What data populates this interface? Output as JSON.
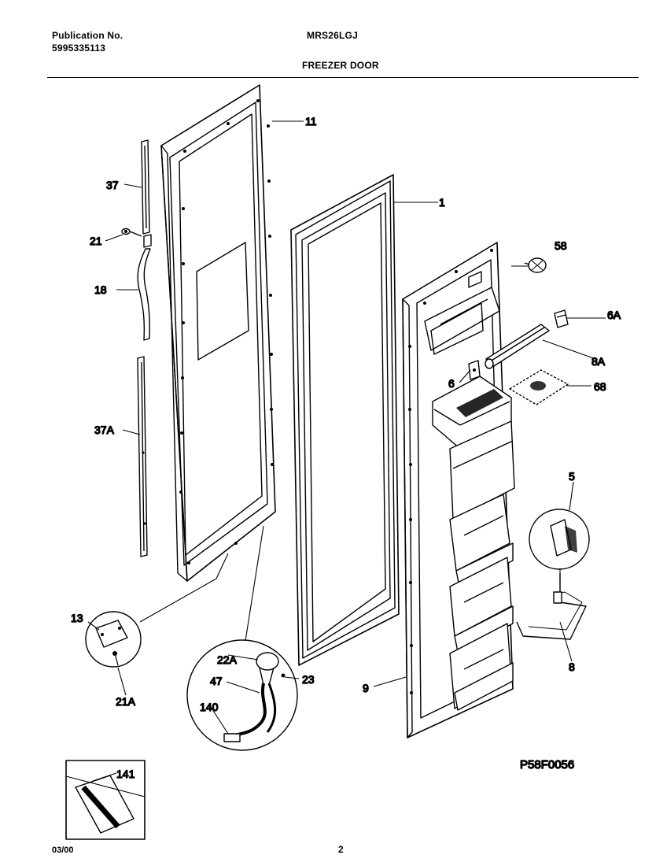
{
  "header": {
    "publication_label": "Publication No.",
    "publication_number": "5995335113",
    "model": "MRS26LGJ",
    "section_title": "FREEZER DOOR"
  },
  "callouts": {
    "c11": "11",
    "c37": "37",
    "c21": "21",
    "c18": "18",
    "c37A": "37A",
    "c1": "1",
    "c58": "58",
    "c6A": "6A",
    "c8A": "8A",
    "c6": "6",
    "c68": "68",
    "c5": "5",
    "c13": "13",
    "c21A": "21A",
    "c22A": "22A",
    "c47": "47",
    "c23": "23",
    "c140": "140",
    "c9": "9",
    "c8": "8",
    "c141": "141"
  },
  "diagram_code": "P58F0056",
  "footer": {
    "date": "03/00",
    "page": "2"
  }
}
